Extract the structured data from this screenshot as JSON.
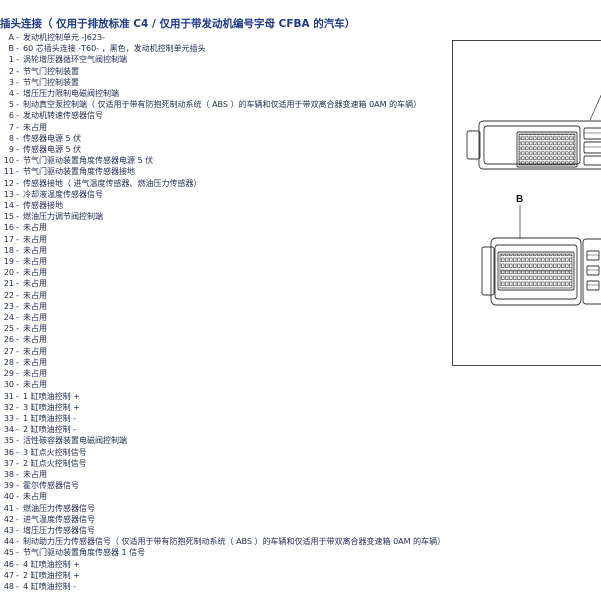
{
  "title": "插头连接（ 仅用于排放标准 C4 / 仅用于带发动机编号字母 CFBA 的汽车）",
  "separator": "-",
  "figure": {
    "label_b": "B"
  },
  "items": [
    {
      "label": "A",
      "text": "发动机控制单元 -J623-"
    },
    {
      "label": "B",
      "text": "60 芯插头连接 -T60- ，黑色，发动机控制单元插头"
    },
    {
      "label": "1",
      "text": "涡轮增压器循环空气阀控制端"
    },
    {
      "label": "2",
      "text": "节气门控制装置"
    },
    {
      "label": "3",
      "text": "节气门控制装置"
    },
    {
      "label": "4",
      "text": "增压压力限制电磁阀控制端"
    },
    {
      "label": "5",
      "text": "制动真空泵控制端（ 仅适用于带有防抱死制动系统（ ABS ）的车辆和仅适用于带双离合器变速箱 0AM 的车辆）"
    },
    {
      "label": "6",
      "text": "发动机转速传感器信号"
    },
    {
      "label": "7",
      "text": "未占用"
    },
    {
      "label": "8",
      "text": "传感器电源 5 伏"
    },
    {
      "label": "9",
      "text": "传感器电源 5 伏"
    },
    {
      "label": "10",
      "text": "节气门驱动装置角度传感器电源 5 伏"
    },
    {
      "label": "11",
      "text": "节气门驱动装置角度传感器接地"
    },
    {
      "label": "12",
      "text": "传感器接地（ 进气温度传感器、燃油压力传感器）"
    },
    {
      "label": "13",
      "text": "冷却液温度传感器信号"
    },
    {
      "label": "14",
      "text": "传感器接地"
    },
    {
      "label": "15",
      "text": "燃油压力调节阀控制端"
    },
    {
      "label": "16",
      "text": "未占用"
    },
    {
      "label": "17",
      "text": "未占用"
    },
    {
      "label": "18",
      "text": "未占用"
    },
    {
      "label": "19",
      "text": "未占用"
    },
    {
      "label": "20",
      "text": "未占用"
    },
    {
      "label": "21",
      "text": "未占用"
    },
    {
      "label": "22",
      "text": "未占用"
    },
    {
      "label": "23",
      "text": "未占用"
    },
    {
      "label": "24",
      "text": "未占用"
    },
    {
      "label": "25",
      "text": "未占用"
    },
    {
      "label": "26",
      "text": "未占用"
    },
    {
      "label": "27",
      "text": "未占用"
    },
    {
      "label": "28",
      "text": "未占用"
    },
    {
      "label": "29",
      "text": "未占用"
    },
    {
      "label": "30",
      "text": "未占用"
    },
    {
      "label": "31",
      "text": "1 缸喷油控制 +"
    },
    {
      "label": "32",
      "text": "3 缸喷油控制 +"
    },
    {
      "label": "33",
      "text": "1 缸喷油控制 -"
    },
    {
      "label": "34",
      "text": "2 缸喷油控制 -"
    },
    {
      "label": "35",
      "text": "活性碳容器装置电磁阀控制端"
    },
    {
      "label": "36",
      "text": "3 缸点火控制信号"
    },
    {
      "label": "37",
      "text": "2 缸点火控制信号"
    },
    {
      "label": "38",
      "text": "未占用"
    },
    {
      "label": "39",
      "text": "霍尔传感器信号"
    },
    {
      "label": "40",
      "text": "未占用"
    },
    {
      "label": "41",
      "text": "燃油压力传感器信号"
    },
    {
      "label": "42",
      "text": "进气温度传感器信号"
    },
    {
      "label": "43",
      "text": "增压压力传感器信号"
    },
    {
      "label": "44",
      "text": "制动助力压力传感器信号（ 仅适用于带有防抱死制动系统（ ABS ）的车辆和仅适用于带双离合器变速箱 0AM 的车辆）"
    },
    {
      "label": "45",
      "text": "节气门驱动装置角度传感器 1 信号"
    },
    {
      "label": "46",
      "text": "4 缸喷油控制 +"
    },
    {
      "label": "47",
      "text": "2 缸喷油控制 +"
    },
    {
      "label": "48",
      "text": "4 缸喷油控制 -"
    }
  ]
}
